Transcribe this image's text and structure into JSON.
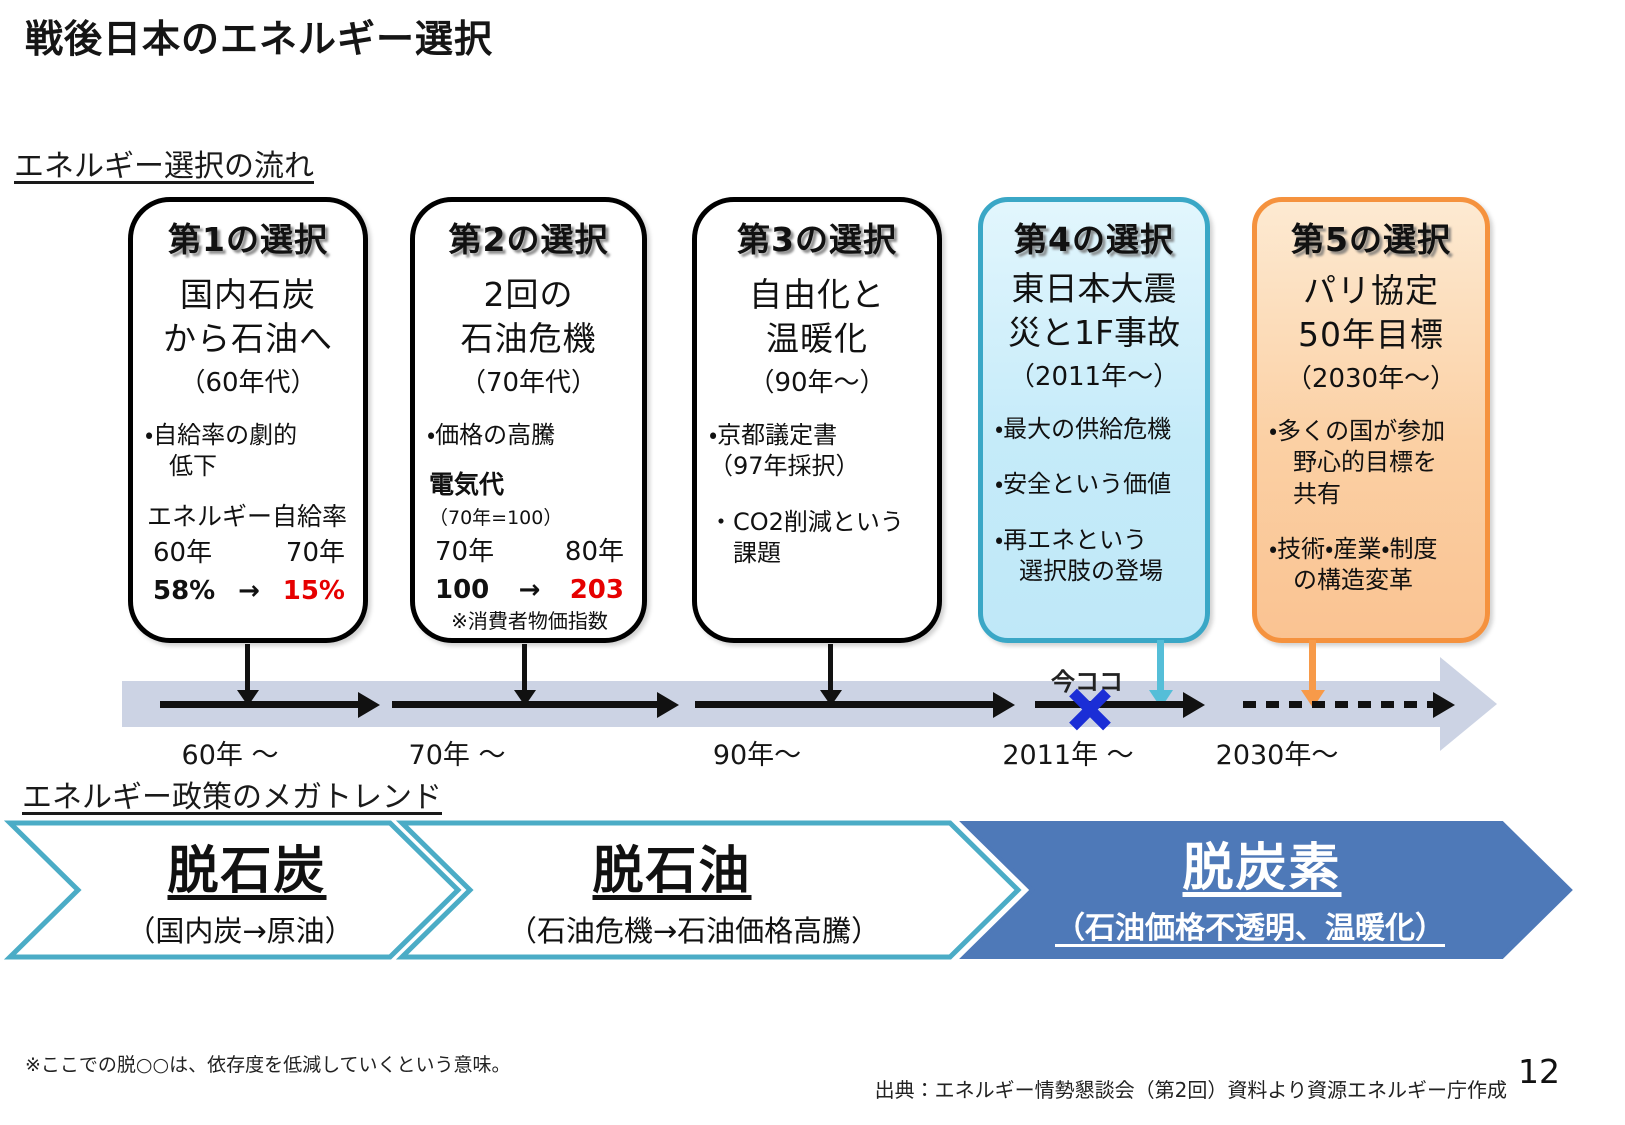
{
  "slide": {
    "title": "戦後日本のエネルギー選択",
    "page_number": "12",
    "source": "出典：エネルギー情勢懇談会（第2回）資料より資源エネルギー庁作成",
    "footnote": "※ここでの脱○○は、依存度を低減していくという意味。"
  },
  "flow": {
    "heading": "エネルギー選択の流れ",
    "boxes": [
      {
        "header": "第1の選択",
        "title1": "国内石炭",
        "title2": "から石油へ",
        "period": "（60年代）",
        "bullet1a": "・自給率の劇的",
        "bullet1b": "低下",
        "stat_label": "エネルギー自給率",
        "year_from": "60年",
        "year_to": "70年",
        "value_from": "58%",
        "arrow": "→",
        "value_to": "15%"
      },
      {
        "header": "第2の選択",
        "title1": "2回の",
        "title2": "石油危機",
        "period": "（70年代）",
        "bullet1": "・価格の高騰",
        "stat_label": "電気代",
        "stat_label_note": "（70年=100）",
        "year_from": "70年",
        "year_to": "80年",
        "value_from": "100",
        "arrow": "→",
        "value_to": "203",
        "note": "※消費者物価指数"
      },
      {
        "header": "第3の選択",
        "title1": "自由化と",
        "title2": "温暖化",
        "period": "（90年～）",
        "bullet1a": "・京都議定書",
        "bullet1b": "（97年採択）",
        "bullet2a": "・CO2削減という",
        "bullet2b": "課題"
      },
      {
        "header": "第4の選択",
        "title1": "東日本大震",
        "title2": "災と1F事故",
        "period": "（2011年～）",
        "bullet1": "・最大の供給危機",
        "bullet2": "・安全という価値",
        "bullet3a": "・再エネという",
        "bullet3b": "選択肢の登場"
      },
      {
        "header": "第5の選択",
        "title1": "パリ協定",
        "title2": "50年目標",
        "period": "（2030年～）",
        "bullet1a": "・多くの国が参加",
        "bullet1b": "野心的目標を",
        "bullet1c": "共有",
        "bullet2a": "・技術・産業・制度",
        "bullet2b": "の構造変革"
      }
    ],
    "timeline": {
      "now_label": "今ココ",
      "labels": [
        "60年 ～",
        "70年 ～",
        "90年～",
        "2011年 ～",
        "2030年～"
      ]
    }
  },
  "trend": {
    "heading": "エネルギー政策のメガトレンド",
    "chevrons": [
      {
        "title": "脱石炭",
        "subtitle": "（国内炭→原油）"
      },
      {
        "title": "脱石油",
        "subtitle": "（石油危機→石油価格高騰）"
      },
      {
        "title": "脱炭素",
        "subtitle": "（石油価格不透明、温暖化）"
      }
    ]
  },
  "colors": {
    "box4_border": "#3aa7c6",
    "box5_border": "#f5923e",
    "timeline_band": "#ccd3e4",
    "highlight_red": "#e60000",
    "x_marker_blue": "#1b2ed6",
    "chevron_teal": "#4bacc6",
    "chevron_blue_fill": "#4e79b8"
  }
}
